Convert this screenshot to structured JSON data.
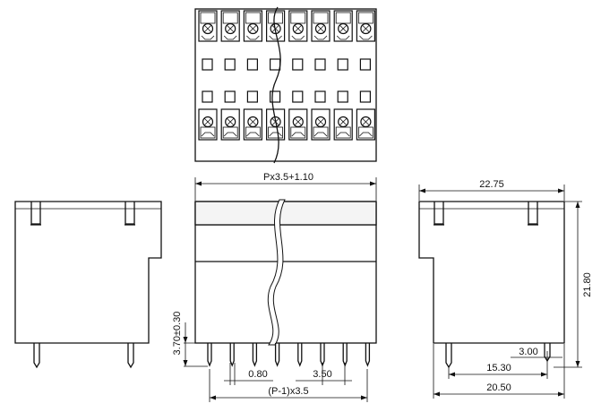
{
  "drawing": {
    "type": "terminal-block-connector-technical-drawing",
    "views": [
      "top-view",
      "left-side-view",
      "front-view",
      "right-side-view"
    ]
  },
  "dimensions": {
    "overall_width": "Px3.5+1.10",
    "pin_span": "(P-1)x3.5",
    "pin_height": "3.70±0.30",
    "pin_width": "0.80",
    "pitch": "3.50",
    "side_width": "22.75",
    "side_height": "21.80",
    "side_base": "20.50",
    "side_pin_span": "15.30",
    "side_pin_offset": "3.00"
  }
}
